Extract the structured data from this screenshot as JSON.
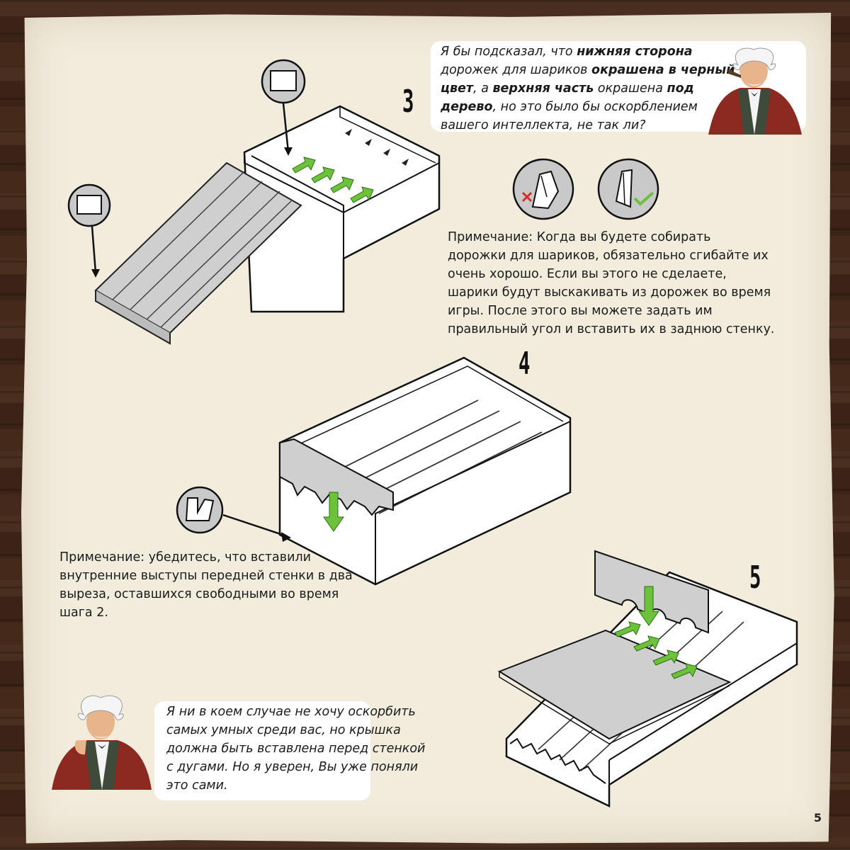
{
  "page_number": "5",
  "steps": {
    "s3": "3",
    "s4": "4",
    "s5": "5"
  },
  "tip_top": {
    "line1_a": "Я бы подсказал, что ",
    "line1_b": "нижняя сторона",
    "line2_a": "дорожек для шариков ",
    "line2_b": "окрашена в черный",
    "line3_a": "цвет",
    "line3_b": ", а ",
    "line3_c": "верхняя часть",
    "line3_d": " окрашена ",
    "line3_e": "под",
    "line4_a": "дерево",
    "line4_b": ", но это было бы оскорблением",
    "line5": "вашего интеллекта, не так ли?"
  },
  "note_step3": [
    "Примечание: Когда вы будете собирать",
    "дорожки для шариков, обязательно сгибайте их",
    "очень хорошо. Если вы этого не сделаете,",
    "шарики будут выскакивать из дорожек во время",
    "игры. После этого вы можете задать им",
    "правильный угол и вставить их в заднюю стенку."
  ],
  "note_step4": [
    "Примечание: убедитесь, что вставили",
    "внутренние выступы передней стенки в два",
    "выреза, оставшихся свободными во время",
    "шага 2."
  ],
  "tip_bottom": [
    "Я ни в коем случае не хочу оскорбить",
    "самых умных среди вас, но крышка",
    "должна быть вставлена перед стенкой",
    "с дугами. Но я уверен, Вы уже поняли",
    "это сами."
  ],
  "colors": {
    "arrow_green": "#6cc23a",
    "strip_gray": "#cfcfcf",
    "paper": "#f2ecdd"
  },
  "icons": {
    "wrong_fold": "red-x-icon",
    "right_fold": "green-check-icon"
  }
}
